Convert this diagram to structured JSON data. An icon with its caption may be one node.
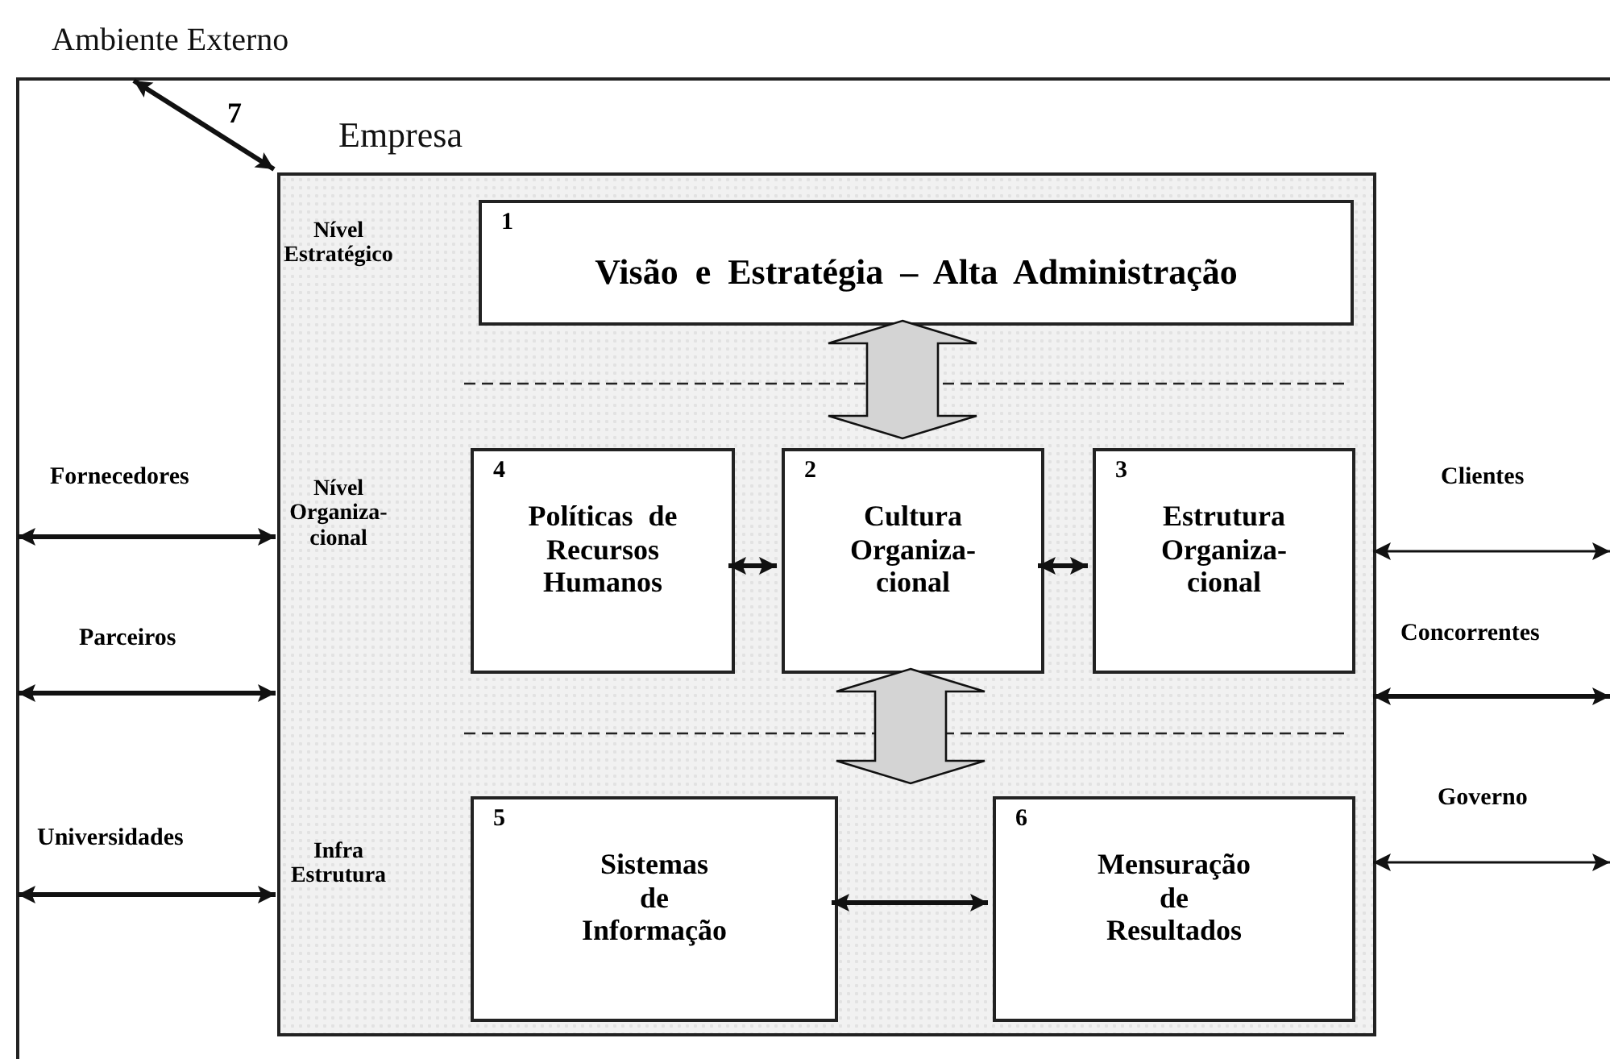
{
  "diagram": {
    "nodes": [
      {
        "text": [
          "Ambiente Externo"
        ]
      },
      {
        "text": [
          "Empresa"
        ],
        "in": 0
      },
      {
        "text": [
          "1",
          "Visão e Estratégia – Alta Administração"
        ],
        "in": 1
      },
      {
        "text": [
          "4",
          "Políticas de Recursos Humanos"
        ],
        "in": 1
      },
      {
        "text": [
          "2",
          "Cultura Organiza- cional"
        ],
        "in": 1
      },
      {
        "text": [
          "3",
          "Estrutura Organiza- cional"
        ],
        "in": 1
      },
      {
        "text": [
          "5",
          "Sistemas de Informação"
        ],
        "in": 1
      },
      {
        "text": [
          "6",
          "Mensuração de Resultados"
        ],
        "in": 1
      }
    ],
    "edges": [
      {
        "from": 0,
        "to": 1,
        "arrow": "both",
        "label": "7"
      },
      {
        "from": 0,
        "to": 1,
        "arrow": "both",
        "label": "Fornecedores"
      },
      {
        "from": 0,
        "to": 1,
        "arrow": "both",
        "label": "Parceiros"
      },
      {
        "from": 0,
        "to": 1,
        "arrow": "both",
        "label": "Universidades"
      },
      {
        "from": 1,
        "to": null,
        "arrow": "both",
        "label": "Clientes"
      },
      {
        "from": 1,
        "to": null,
        "arrow": "both",
        "label": "Concorrentes"
      },
      {
        "from": 1,
        "to": null,
        "arrow": "both",
        "label": "Governo"
      },
      {
        "from": 2,
        "to": 4,
        "arrow": "both"
      },
      {
        "from": 4,
        "to": null,
        "arrow": "both"
      },
      {
        "from": 3,
        "to": 4,
        "arrow": "both"
      },
      {
        "from": 4,
        "to": 5,
        "arrow": "both"
      },
      {
        "from": 6,
        "to": 7,
        "arrow": "both"
      }
    ],
    "labels": [
      "Nível Estratégico",
      "Nível Organiza- cional",
      "Infra Estrutura"
    ]
  }
}
